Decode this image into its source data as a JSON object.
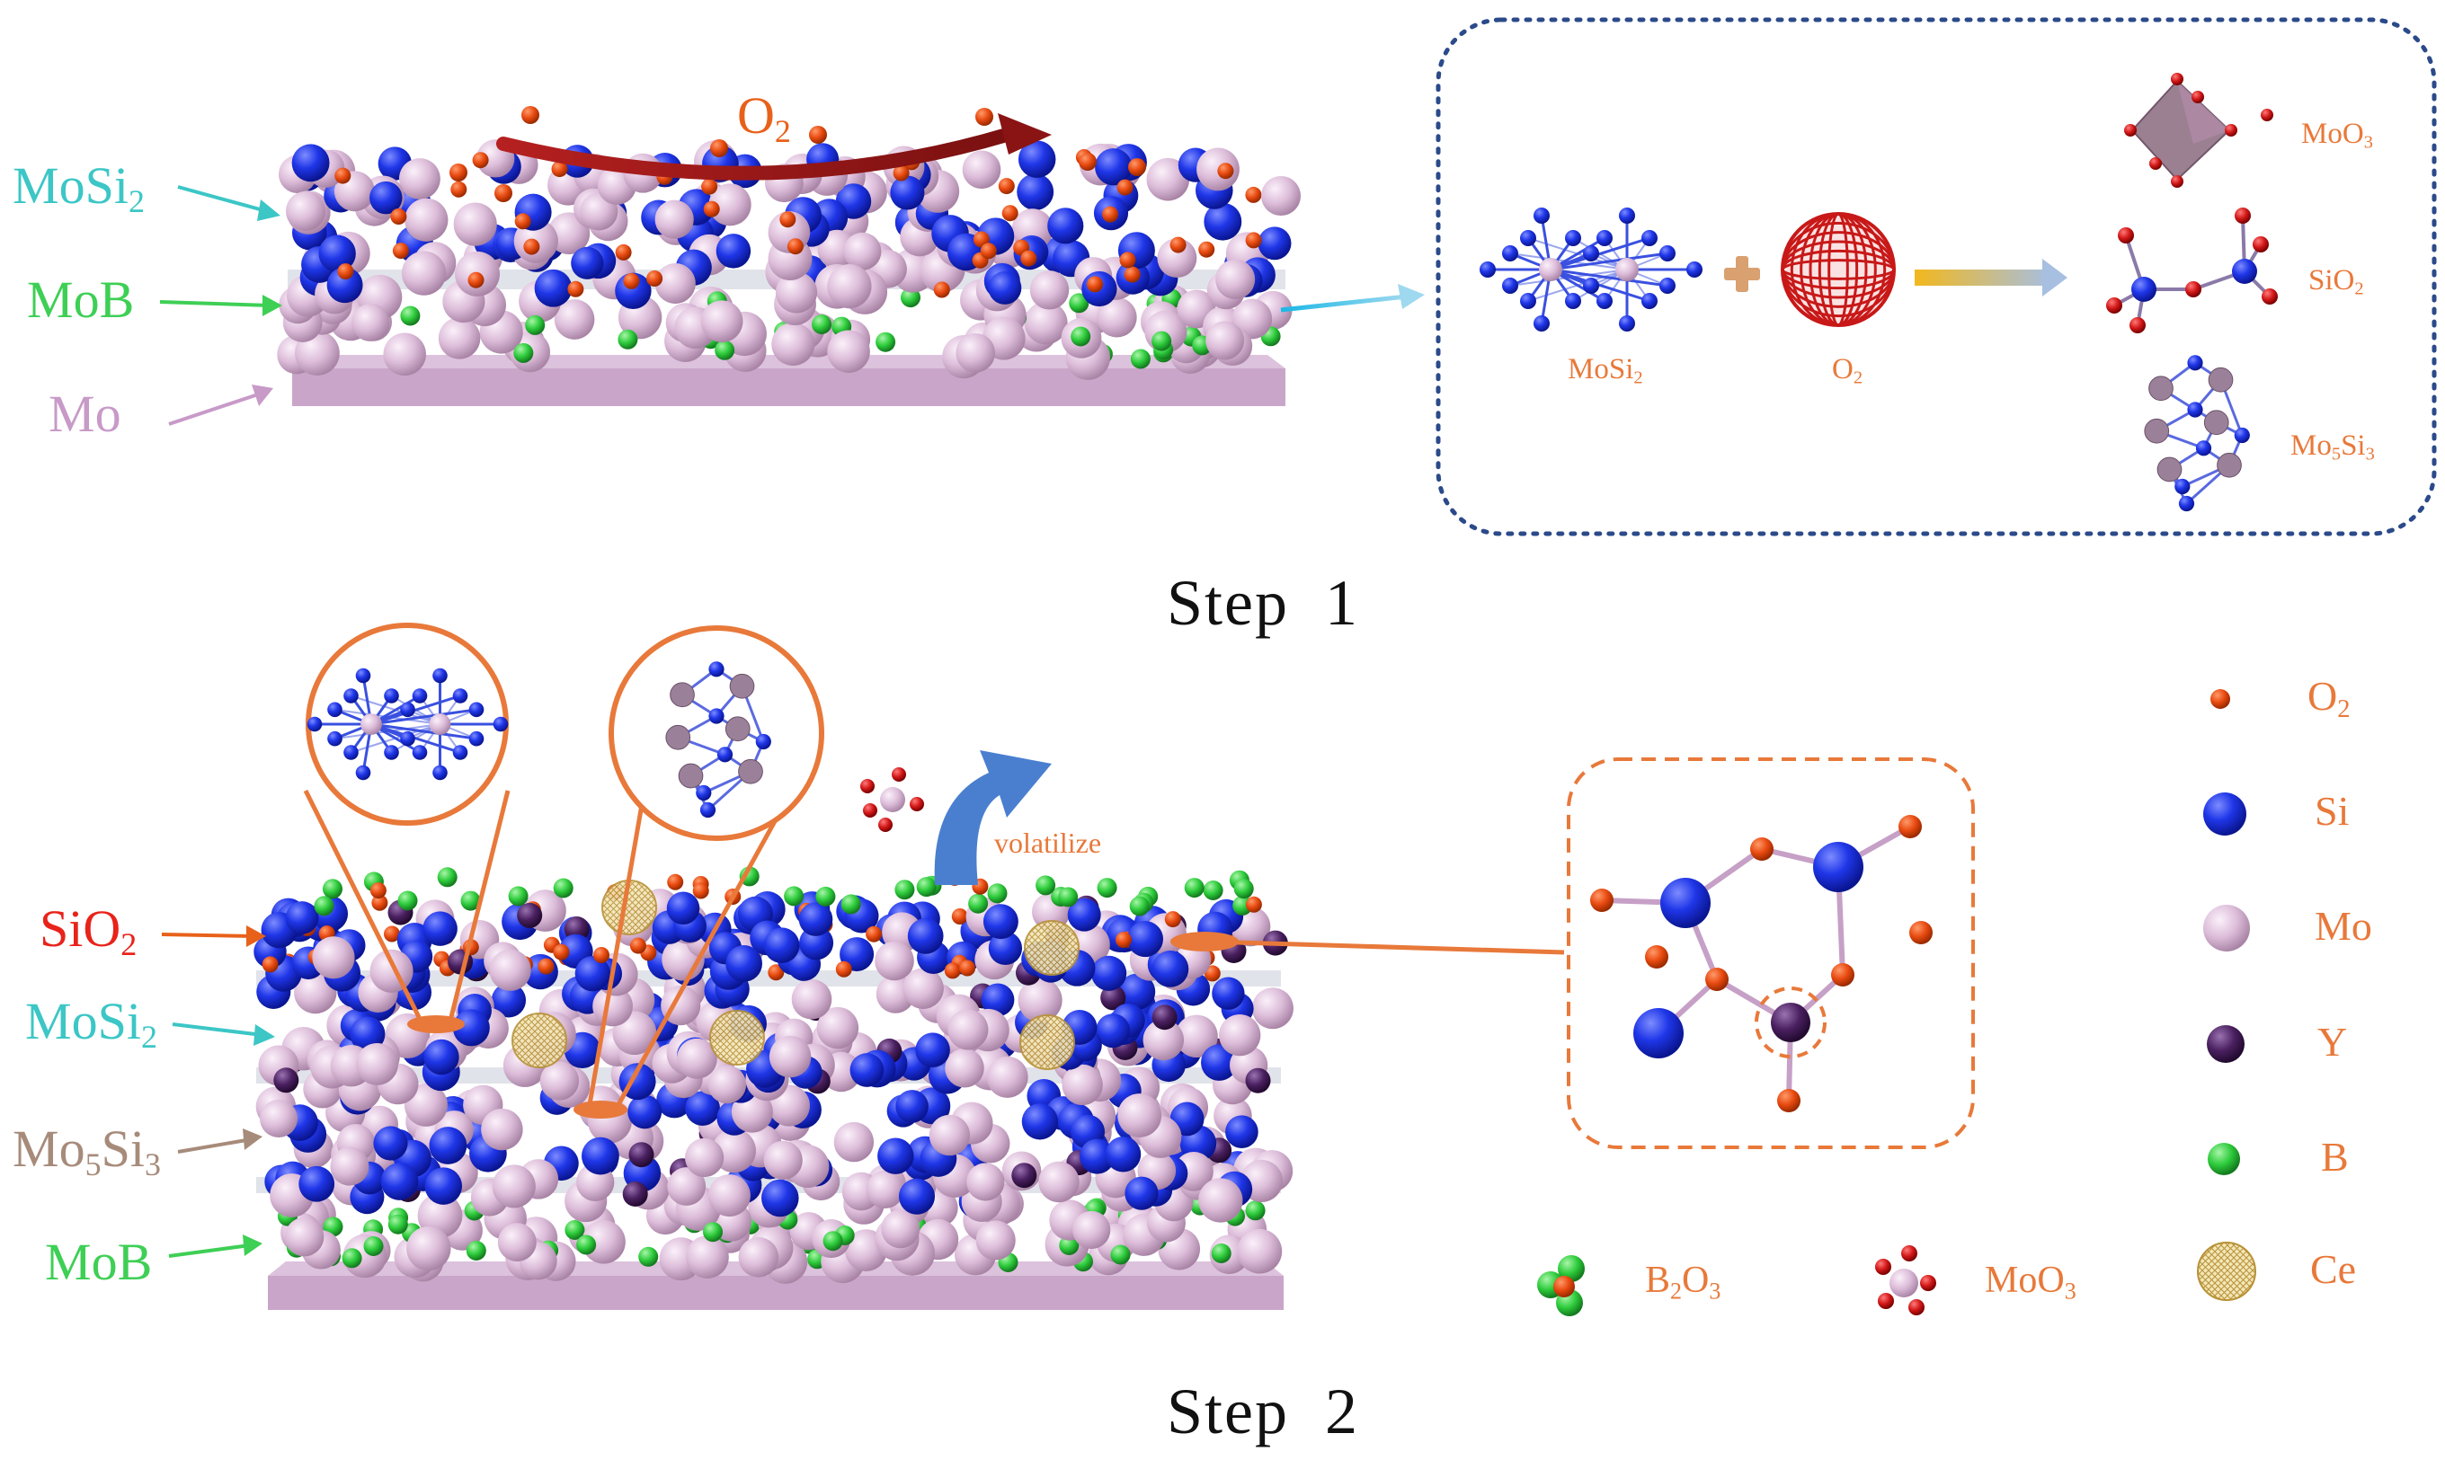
{
  "colors": {
    "mo_atom": "#d9b7d6",
    "si_atom": "#1933e6",
    "o_atom": "#e84a10",
    "b_atom": "#2ecc3c",
    "y_atom": "#4a2060",
    "ce_mesh": "#c9a84a",
    "orange_text": "#e8793a",
    "mosi2_text": "#3cc6c6",
    "mob_text": "#3ecf55",
    "mo_text": "#c89ac8",
    "sio2_text": "#e8231a",
    "mo5si3_text": "#a78b7a",
    "substrate": "#c9a6c9",
    "arrow_dark_red": "#9a1c1c",
    "arrow_blue": "#4a7fd0",
    "dotted_box": "#2b4a8a"
  },
  "step1": {
    "title": "Step",
    "number": "1",
    "o2_flow_label": "O",
    "o2_flow_sub": "2",
    "layers": [
      {
        "text": "MoSi",
        "sub": "2",
        "color": "#3cc6c6"
      },
      {
        "text": "MoB",
        "sub": "",
        "color": "#3ecf55"
      },
      {
        "text": "Mo",
        "sub": "",
        "color": "#c89ac8"
      }
    ],
    "reaction": {
      "reactant1": {
        "text": "MoSi",
        "sub": "2"
      },
      "reactant2": {
        "text": "O",
        "sub": "2"
      },
      "products": [
        {
          "text": "MoO",
          "sub": "3"
        },
        {
          "text": "SiO",
          "sub": "2"
        },
        {
          "text": "Mo",
          "sub": "5",
          "text2": "Si",
          "sub2": "3"
        }
      ]
    }
  },
  "step2": {
    "title": "Step",
    "number": "2",
    "volatilize": "volatilize",
    "layers": [
      {
        "text": "SiO",
        "sub": "2",
        "color": "#e8231a"
      },
      {
        "text": "MoSi",
        "sub": "2",
        "color": "#3cc6c6"
      },
      {
        "text": "Mo",
        "sub": "5",
        "text2": "Si",
        "sub2": "3",
        "color": "#a78b7a"
      },
      {
        "text": "MoB",
        "sub": "",
        "color": "#3ecf55"
      }
    ],
    "bottom_legend": [
      {
        "text": "B",
        "sub": "2",
        "text2": "O",
        "sub2": "3",
        "icon": "b2o3-cluster-icon"
      },
      {
        "text": "MoO",
        "sub": "3",
        "icon": "moo3-cluster-icon"
      }
    ]
  },
  "legend": [
    {
      "text": "O",
      "sub": "2",
      "icon": "oxygen-atom-icon"
    },
    {
      "text": "Si",
      "sub": "",
      "icon": "silicon-atom-icon"
    },
    {
      "text": "Mo",
      "sub": "",
      "icon": "molybdenum-atom-icon"
    },
    {
      "text": "Y",
      "sub": "",
      "icon": "yttrium-atom-icon"
    },
    {
      "text": "B",
      "sub": "",
      "icon": "boron-atom-icon"
    },
    {
      "text": "Ce",
      "sub": "",
      "icon": "cerium-mesh-icon"
    }
  ]
}
